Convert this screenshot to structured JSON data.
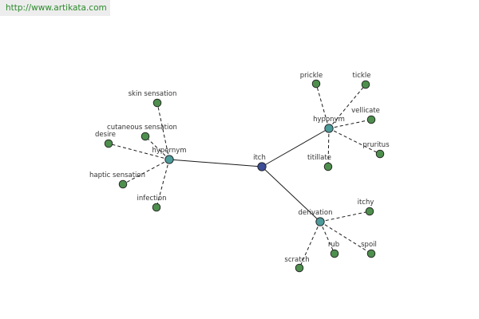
{
  "url": "http://www.artikata.com",
  "colors": {
    "root": "#3c4d96",
    "relation": "#4d9a9a",
    "word": "#4e8f4e",
    "edge": "#1a1a1a",
    "url_text": "#2a8a2a"
  },
  "graph": {
    "nodes": [
      {
        "id": "itch",
        "label": "itch",
        "kind": "root"
      },
      {
        "id": "hypernym",
        "label": "hypernym",
        "kind": "relation"
      },
      {
        "id": "hyponym",
        "label": "hyponym",
        "kind": "relation"
      },
      {
        "id": "derivation",
        "label": "derivation",
        "kind": "relation"
      },
      {
        "id": "skin-sensation",
        "label": "skin sensation",
        "kind": "word"
      },
      {
        "id": "cutaneous-sensation",
        "label": "cutaneous sensation",
        "kind": "word"
      },
      {
        "id": "desire",
        "label": "desire",
        "kind": "word"
      },
      {
        "id": "haptic-sensation",
        "label": "haptic sensation",
        "kind": "word"
      },
      {
        "id": "infection",
        "label": "infection",
        "kind": "word"
      },
      {
        "id": "prickle",
        "label": "prickle",
        "kind": "word"
      },
      {
        "id": "tickle",
        "label": "tickle",
        "kind": "word"
      },
      {
        "id": "vellicate",
        "label": "vellicate",
        "kind": "word"
      },
      {
        "id": "pruritus",
        "label": "pruritus",
        "kind": "word"
      },
      {
        "id": "titillate",
        "label": "titillate",
        "kind": "word"
      },
      {
        "id": "itchy",
        "label": "itchy",
        "kind": "word"
      },
      {
        "id": "spoil",
        "label": "spoil",
        "kind": "word"
      },
      {
        "id": "rub",
        "label": "rub",
        "kind": "word"
      },
      {
        "id": "scratch",
        "label": "scratch",
        "kind": "word"
      }
    ],
    "edges": [
      {
        "from": "itch",
        "to": "hypernym",
        "style": "solid"
      },
      {
        "from": "itch",
        "to": "hyponym",
        "style": "solid"
      },
      {
        "from": "itch",
        "to": "derivation",
        "style": "solid"
      },
      {
        "from": "hypernym",
        "to": "skin-sensation",
        "style": "dashed"
      },
      {
        "from": "hypernym",
        "to": "cutaneous-sensation",
        "style": "dashed"
      },
      {
        "from": "hypernym",
        "to": "desire",
        "style": "dashed"
      },
      {
        "from": "hypernym",
        "to": "haptic-sensation",
        "style": "dashed"
      },
      {
        "from": "hypernym",
        "to": "infection",
        "style": "dashed"
      },
      {
        "from": "hyponym",
        "to": "prickle",
        "style": "dashed"
      },
      {
        "from": "hyponym",
        "to": "tickle",
        "style": "dashed"
      },
      {
        "from": "hyponym",
        "to": "vellicate",
        "style": "dashed"
      },
      {
        "from": "hyponym",
        "to": "pruritus",
        "style": "dashed"
      },
      {
        "from": "hyponym",
        "to": "titillate",
        "style": "dashed"
      },
      {
        "from": "derivation",
        "to": "itchy",
        "style": "dashed"
      },
      {
        "from": "derivation",
        "to": "spoil",
        "style": "dashed"
      },
      {
        "from": "derivation",
        "to": "rub",
        "style": "dashed"
      },
      {
        "from": "derivation",
        "to": "scratch",
        "style": "dashed"
      }
    ]
  }
}
